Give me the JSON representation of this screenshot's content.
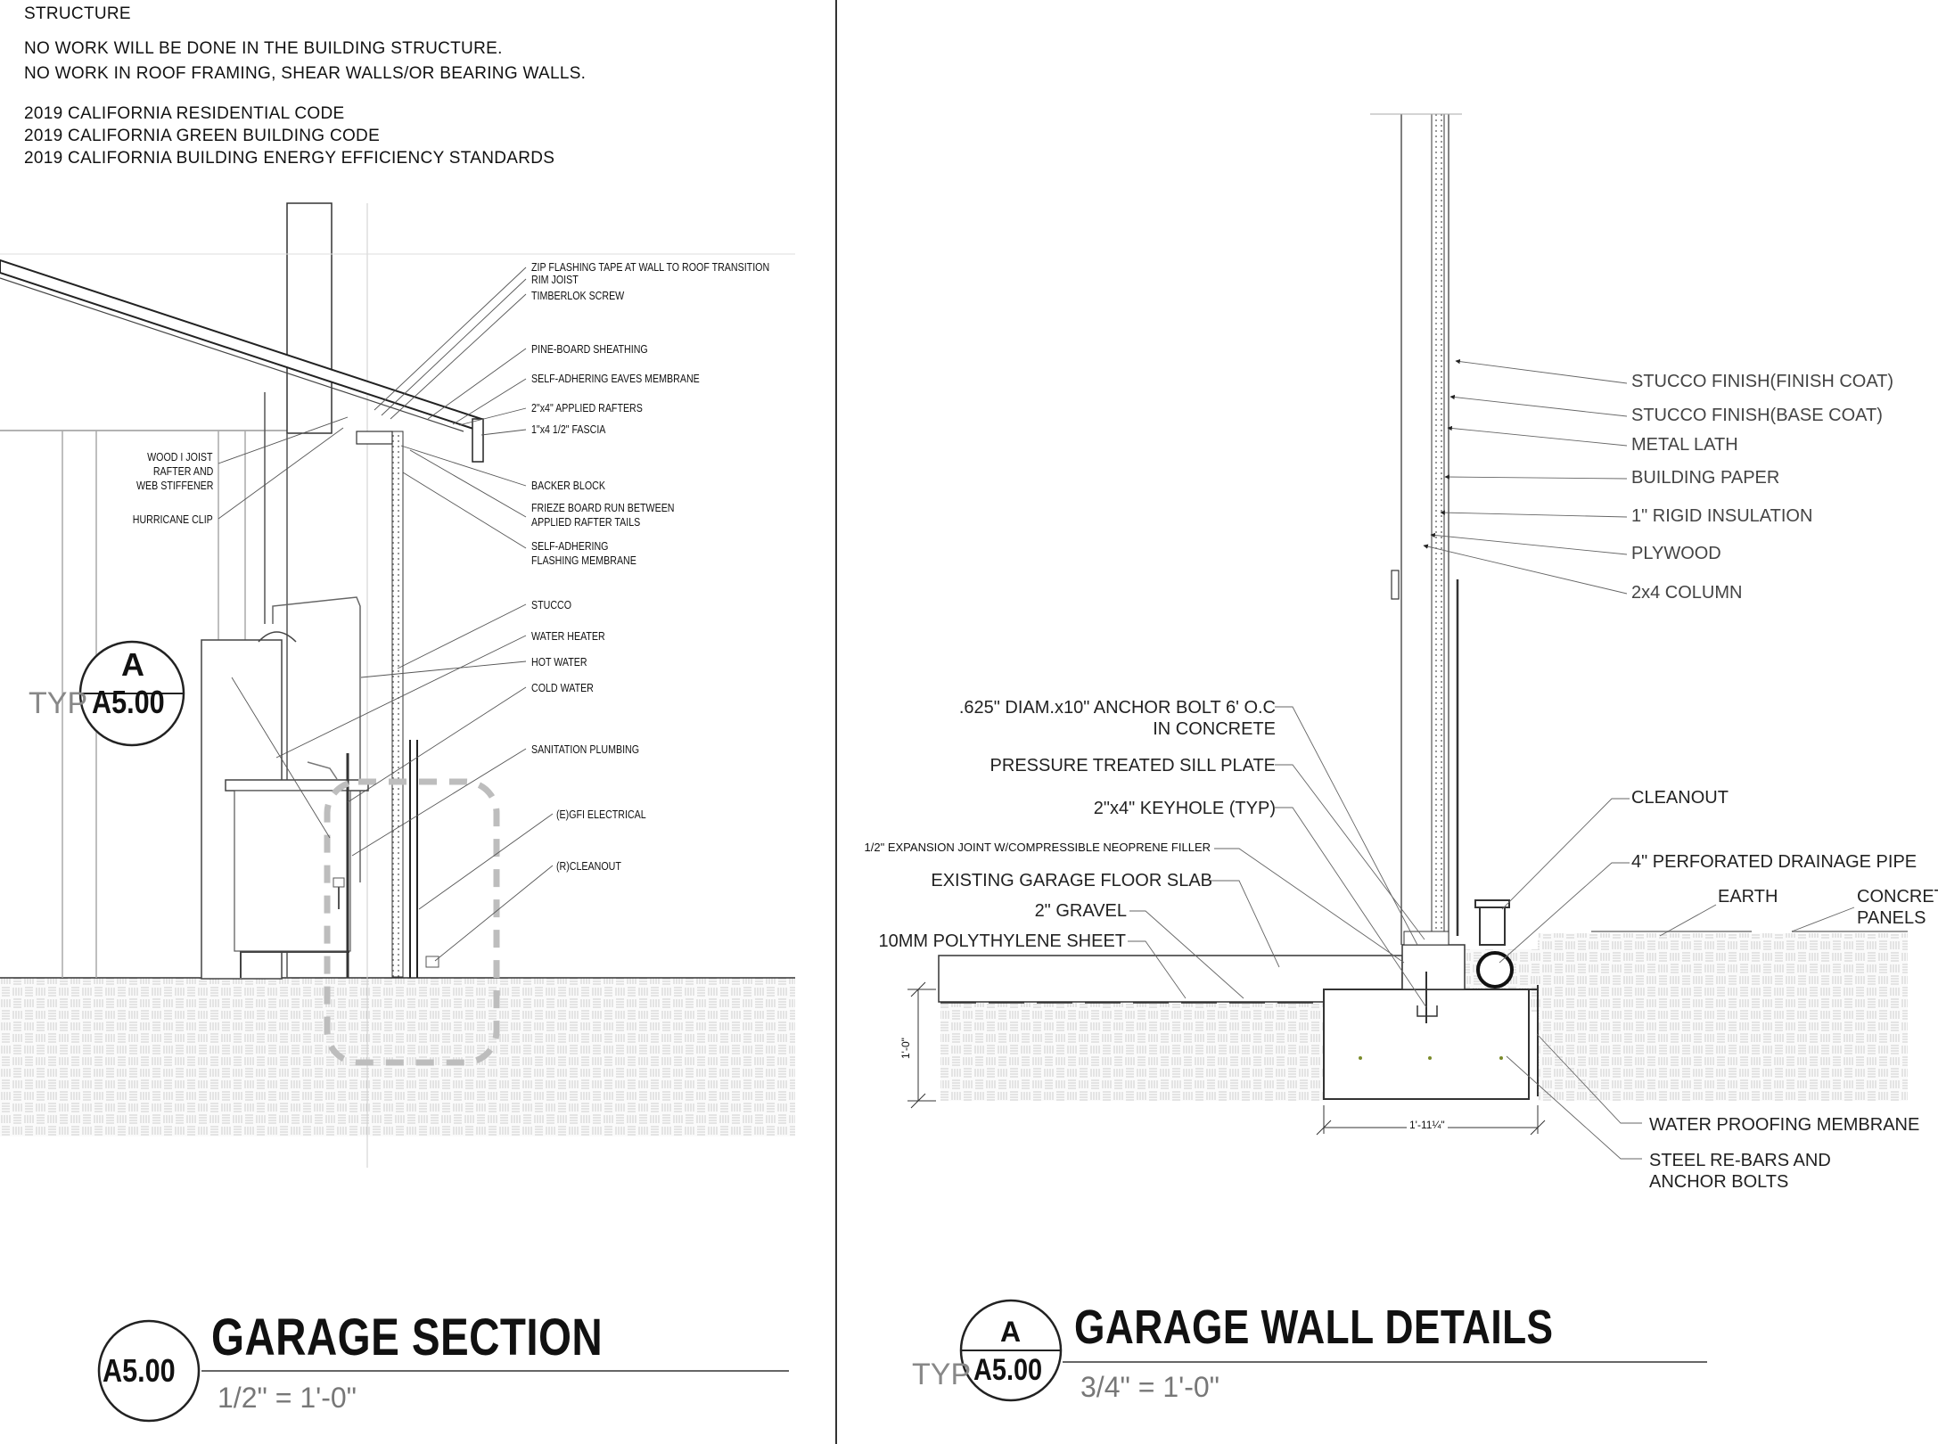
{
  "notes": {
    "heading": "STRUCTURE",
    "line1": "NO WORK WILL BE DONE IN THE BUILDING STRUCTURE.",
    "line2": "NO WORK IN ROOF FRAMING, SHEAR WALLS/OR BEARING WALLS.",
    "code1": "2019 CALIFORNIA RESIDENTIAL CODE",
    "code2": "2019 CALIFORNIA GREEN BUILDING CODE",
    "code3": "2019 CALIFORNIA BUILDING ENERGY EFFICIENCY STANDARDS"
  },
  "left_section": {
    "labels": [
      "ZIP FLASHING TAPE AT WALL TO ROOF TRANSITION",
      "RIM JOIST",
      "TIMBERLOK SCREW",
      "PINE-BOARD SHEATHING",
      "SELF-ADHERING EAVES MEMBRANE",
      "2\"x4\" APPLIED RAFTERS",
      "1\"x4 1/2\" FASCIA",
      "BACKER BLOCK",
      "FRIEZE BOARD RUN BETWEEN",
      "APPLIED RAFTER TAILS",
      "SELF-ADHERING",
      "FLASHING MEMBRANE",
      "STUCCO",
      "WATER HEATER",
      "HOT WATER",
      "COLD WATER",
      "SANITATION PLUMBING",
      "(E)GFI ELECTRICAL",
      "(R)CLEANOUT"
    ],
    "left_labels": {
      "joist1": "WOOD I JOIST",
      "joist2": "RAFTER AND",
      "joist3": "WEB STIFFENER",
      "clip": "HURRICANE CLIP"
    },
    "callout": {
      "letter": "A",
      "sheet": "A5.00",
      "typ": "TYP"
    },
    "title": "GARAGE SECTION",
    "scale": "1/2\" = 1'-0\"",
    "bubble": "A5.00"
  },
  "right_section": {
    "labels": [
      "STUCCO FINISH(FINISH COAT)",
      "STUCCO FINISH(BASE COAT)",
      "METAL LATH",
      "BUILDING PAPER",
      "1\" RIGID INSULATION",
      "PLYWOOD",
      "2x4 COLUMN",
      "CLEANOUT",
      "4\" PERFORATED DRAINAGE PIPE",
      "EARTH",
      "CONCRETE",
      "PANELS",
      "WATER PROOFING MEMBRANE",
      "STEEL RE-BARS AND",
      "ANCHOR BOLTS"
    ],
    "left_labels": [
      ".625\" DIAM.x10\" ANCHOR BOLT 6' O.C",
      "IN CONCRETE",
      "PRESSURE TREATED SILL PLATE",
      "2\"x4\" KEYHOLE (TYP)",
      "1/2\" EXPANSION JOINT W/COMPRESSIBLE NEOPRENE FILLER",
      "EXISTING GARAGE FLOOR SLAB",
      "2\" GRAVEL",
      "10MM POLYTHYLENE SHEET"
    ],
    "dim_height": "1'-0\"",
    "dim_width": "1'-11¼\"",
    "title": "GARAGE WALL DETAILS",
    "scale": "3/4\" = 1'-0\"",
    "bubble": {
      "letter": "A",
      "sheet": "A5.00",
      "typ": "TYP"
    }
  },
  "colors": {
    "line": "#222222",
    "hatch": "#d0d0d0",
    "dashed": "#bdbdbd"
  }
}
